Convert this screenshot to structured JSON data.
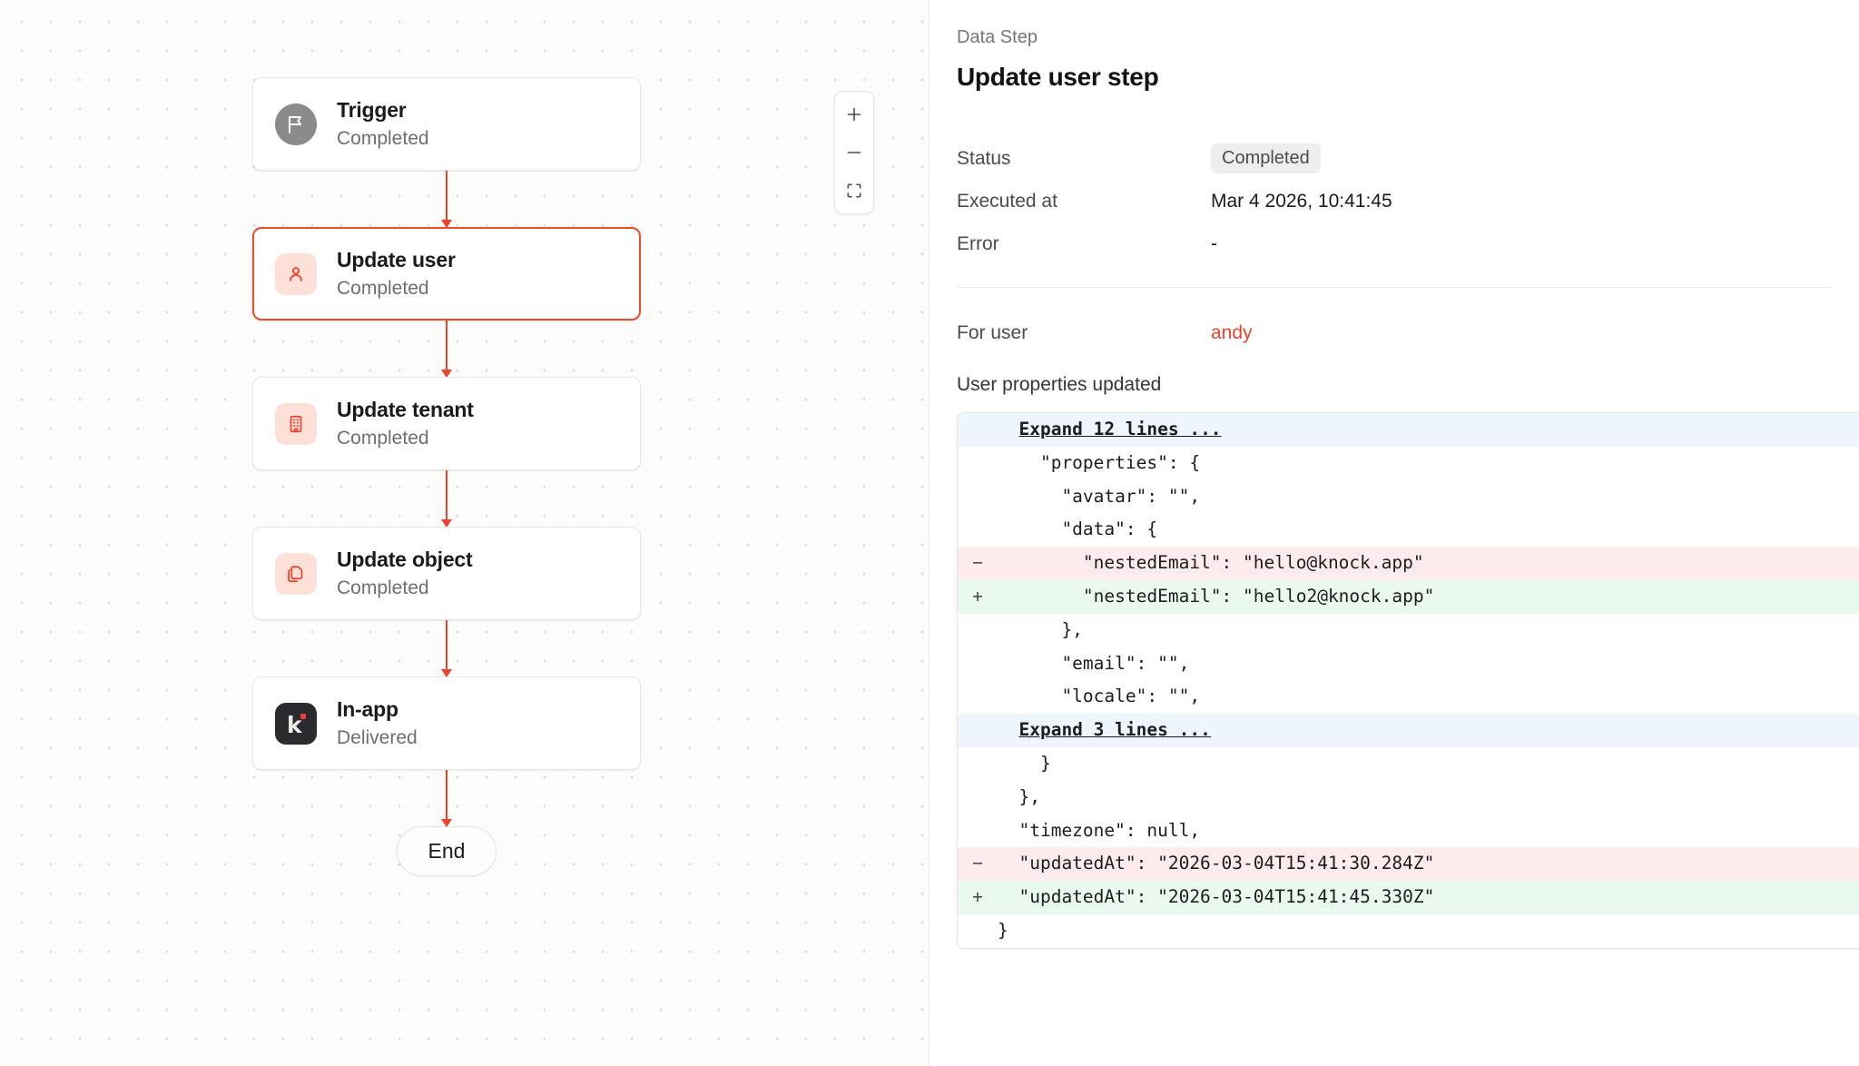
{
  "canvas": {
    "zoom_controls": {
      "zoom_in_label": "+",
      "zoom_out_label": "−",
      "fit_view_label": "fit-view"
    },
    "nodes": [
      {
        "title": "Trigger",
        "status": "Completed",
        "icon": "flag-icon",
        "icon_style": "circle-gray",
        "selected": false
      },
      {
        "title": "Update user",
        "status": "Completed",
        "icon": "user-icon",
        "icon_style": "soft-red",
        "selected": true
      },
      {
        "title": "Update tenant",
        "status": "Completed",
        "icon": "building-icon",
        "icon_style": "soft-red",
        "selected": false
      },
      {
        "title": "Update object",
        "status": "Completed",
        "icon": "copy-icon",
        "icon_style": "soft-red",
        "selected": false
      },
      {
        "title": "In-app",
        "status": "Delivered",
        "icon": "knock-logo-icon",
        "icon_style": "dark",
        "selected": false
      }
    ],
    "end_label": "End"
  },
  "panel": {
    "eyebrow": "Data Step",
    "title": "Update user step",
    "meta": [
      {
        "label": "Status",
        "value": "Completed",
        "type": "badge"
      },
      {
        "label": "Executed at",
        "value": "Mar 4 2026, 10:41:45",
        "type": "text"
      },
      {
        "label": "Error",
        "value": "-",
        "type": "text"
      }
    ],
    "for_user_label": "For user",
    "for_user_value": "andy",
    "properties_heading": "User properties updated",
    "diff_lines": [
      {
        "kind": "exp",
        "marker": "",
        "text": "Expand 12 lines ..."
      },
      {
        "kind": "ctx",
        "marker": "",
        "text": "    \"properties\": {"
      },
      {
        "kind": "ctx",
        "marker": "",
        "text": "      \"avatar\": \"\","
      },
      {
        "kind": "ctx",
        "marker": "",
        "text": "      \"data\": {"
      },
      {
        "kind": "del",
        "marker": "−",
        "text": "        \"nestedEmail\": \"hello@knock.app\""
      },
      {
        "kind": "add",
        "marker": "+",
        "text": "        \"nestedEmail\": \"hello2@knock.app\""
      },
      {
        "kind": "ctx",
        "marker": "",
        "text": "      },"
      },
      {
        "kind": "ctx",
        "marker": "",
        "text": "      \"email\": \"\","
      },
      {
        "kind": "ctx",
        "marker": "",
        "text": "      \"locale\": \"\","
      },
      {
        "kind": "exp",
        "marker": "",
        "text": "Expand 3 lines ..."
      },
      {
        "kind": "ctx",
        "marker": "",
        "text": "    }"
      },
      {
        "kind": "ctx",
        "marker": "",
        "text": "  },"
      },
      {
        "kind": "ctx",
        "marker": "",
        "text": "  \"timezone\": null,"
      },
      {
        "kind": "del",
        "marker": "−",
        "text": "  \"updatedAt\": \"2026-03-04T15:41:30.284Z\""
      },
      {
        "kind": "add",
        "marker": "+",
        "text": "  \"updatedAt\": \"2026-03-04T15:41:45.330Z\""
      },
      {
        "kind": "ctx",
        "marker": "",
        "text": "}"
      }
    ]
  },
  "colors": {
    "accent": "#f0412a",
    "accent_soft": "#fde0d8",
    "diff_add": "#e9f9ee",
    "diff_del": "#fdeceb",
    "diff_expand": "#eef5fd"
  }
}
